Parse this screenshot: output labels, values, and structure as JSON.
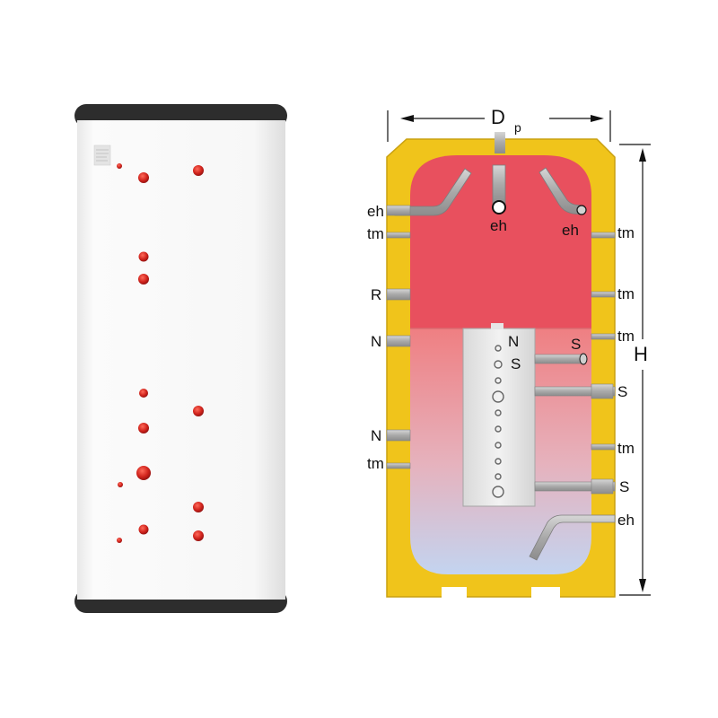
{
  "diagram": {
    "dimension_labels": {
      "diameter": "D",
      "diameter_suffix": "p",
      "height": "H"
    },
    "connection_labels": {
      "left": [
        "eh",
        "tm",
        "R",
        "N",
        "N",
        "tm"
      ],
      "right": [
        "tm",
        "tm",
        "tm",
        "S",
        "tm",
        "S",
        "eh"
      ],
      "top_center": "eh",
      "top_right": "eh",
      "coil_top": "N",
      "coil_second": "S",
      "coil_right": "S"
    }
  },
  "colors": {
    "insulation": "#f0c41b",
    "insulation_outline": "#c9a010",
    "upper_zone": "#e8505e",
    "lower_zone_top": "#ef7f82",
    "lower_zone_bottom": "#c3d4f0",
    "pipe": "#b4b4b4",
    "port_hole": "#c81e1e",
    "jacket": "#f6f6f6",
    "cap": "#2d2d2d"
  }
}
